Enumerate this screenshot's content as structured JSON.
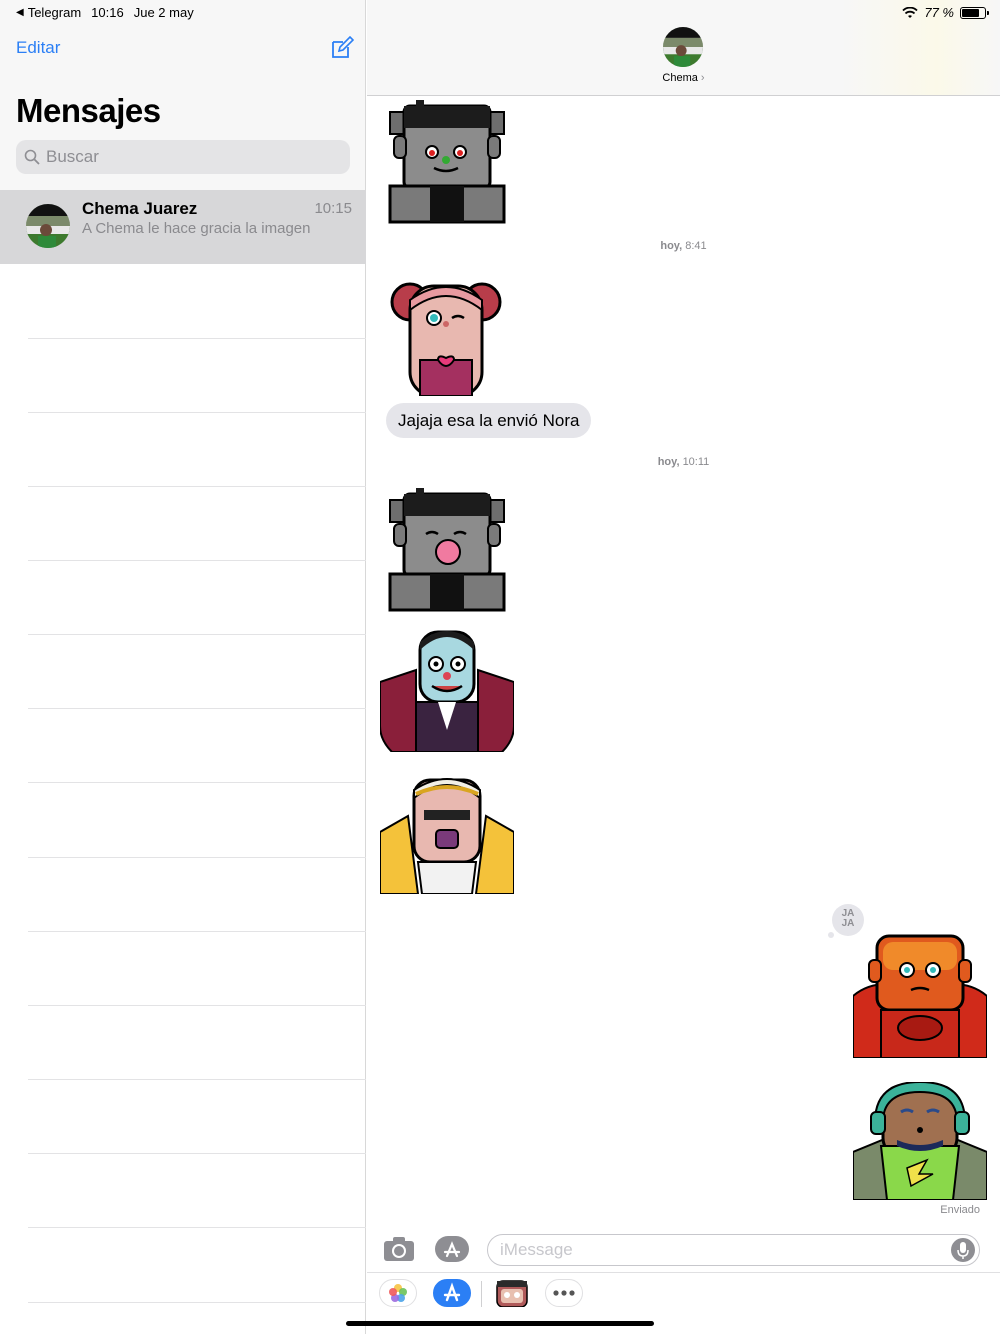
{
  "status_bar": {
    "back_app": "Telegram",
    "time": "10:16",
    "date": "Jue 2 may",
    "battery": "77 %",
    "battery_level": 0.77
  },
  "sidebar": {
    "edit_label": "Editar",
    "title": "Mensajes",
    "search_placeholder": "Buscar",
    "conversations": [
      {
        "name": "Chema Juarez",
        "time": "10:15",
        "preview": "A Chema le hace gracia la imagen"
      }
    ]
  },
  "chat": {
    "contact_name": "Chema",
    "timestamps": [
      {
        "day": "hoy,",
        "time": "8:41"
      },
      {
        "day": "hoy,",
        "time": "10:11"
      }
    ],
    "bubble_text": "Jajaja esa la envió Nora",
    "tapback_text": "JA JA",
    "delivered": "Enviado",
    "input_placeholder": "iMessage",
    "colors": {
      "accent": "#2b7ff5",
      "bubble_gray": "#e5e5ea"
    }
  }
}
